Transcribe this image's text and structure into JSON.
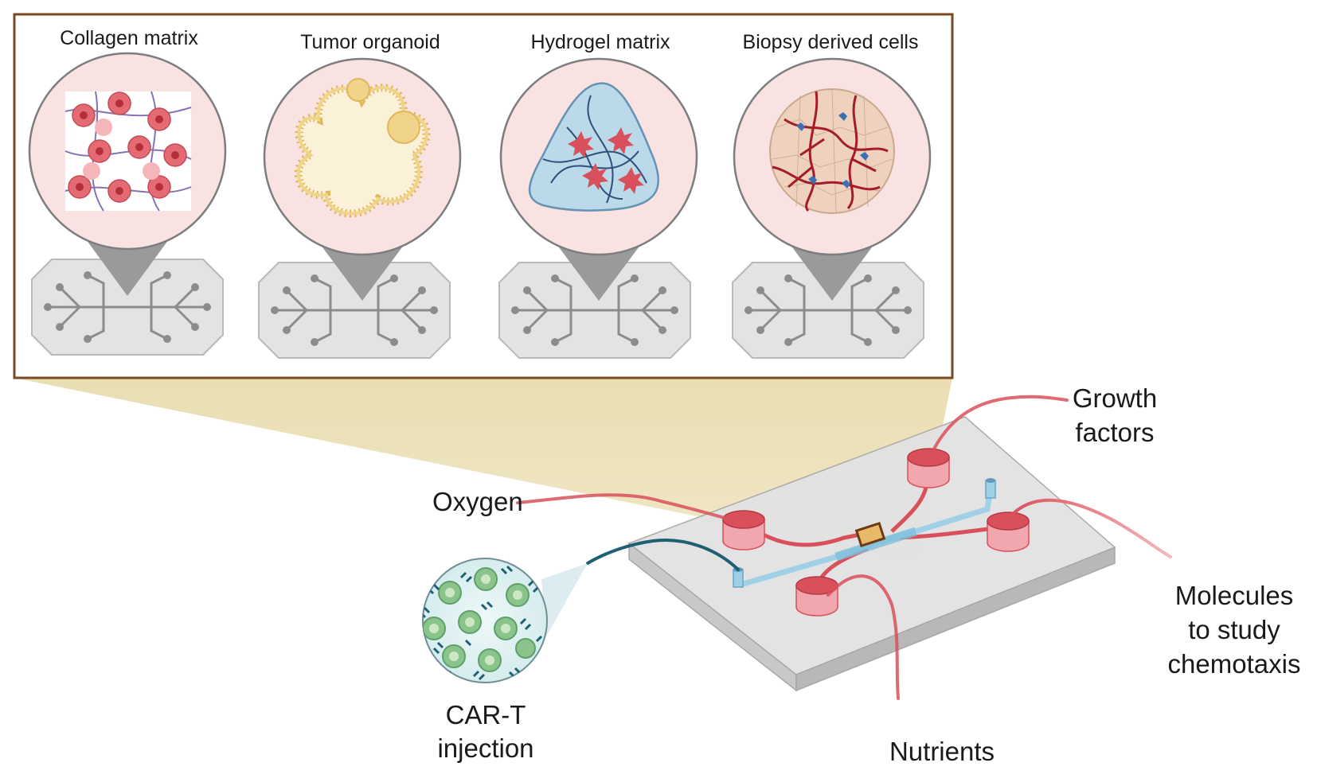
{
  "panels": [
    {
      "label": "Collagen matrix",
      "icon": "collagen-matrix-icon"
    },
    {
      "label": "Tumor organoid",
      "icon": "tumor-organoid-icon"
    },
    {
      "label": "Hydrogel matrix",
      "icon": "hydrogel-matrix-icon"
    },
    {
      "label": "Biopsy derived cells",
      "icon": "biopsy-cells-icon"
    }
  ],
  "inputs": {
    "oxygen": "Oxygen",
    "growth_factors": [
      "Growth",
      "factors"
    ],
    "molecules": [
      "Molecules",
      "to study",
      "chemotaxis"
    ],
    "nutrients": "Nutrients",
    "cart": [
      "CAR-T",
      "injection"
    ]
  },
  "colors": {
    "frame": "#7a4a22",
    "zoom_wedge": "#e6d8a8",
    "tube_red": "#d9505a",
    "tube_teal": "#1f5f73",
    "channel_blue": "#9fd0e6",
    "reservoir_pink": "#f2a6ae",
    "chip_grey": "#dcdcdc",
    "circle_pink": "#f8e2e2"
  }
}
